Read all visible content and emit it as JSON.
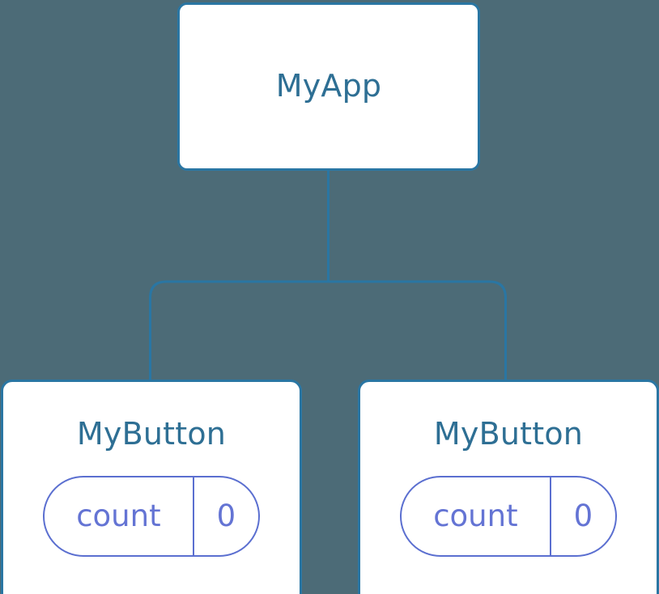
{
  "diagram": {
    "type": "component-tree",
    "background_color": "#4c6b77",
    "edge_color": "#2a76a3",
    "node_border_color": "#2a76a3",
    "node_title_color": "#2e6f94",
    "pill_border_color": "#5b6fd0",
    "pill_text_color": "#6474d4"
  },
  "root": {
    "title": "MyApp"
  },
  "children": [
    {
      "title": "MyButton",
      "state": {
        "key": "count",
        "value": "0"
      }
    },
    {
      "title": "MyButton",
      "state": {
        "key": "count",
        "value": "0"
      }
    }
  ]
}
